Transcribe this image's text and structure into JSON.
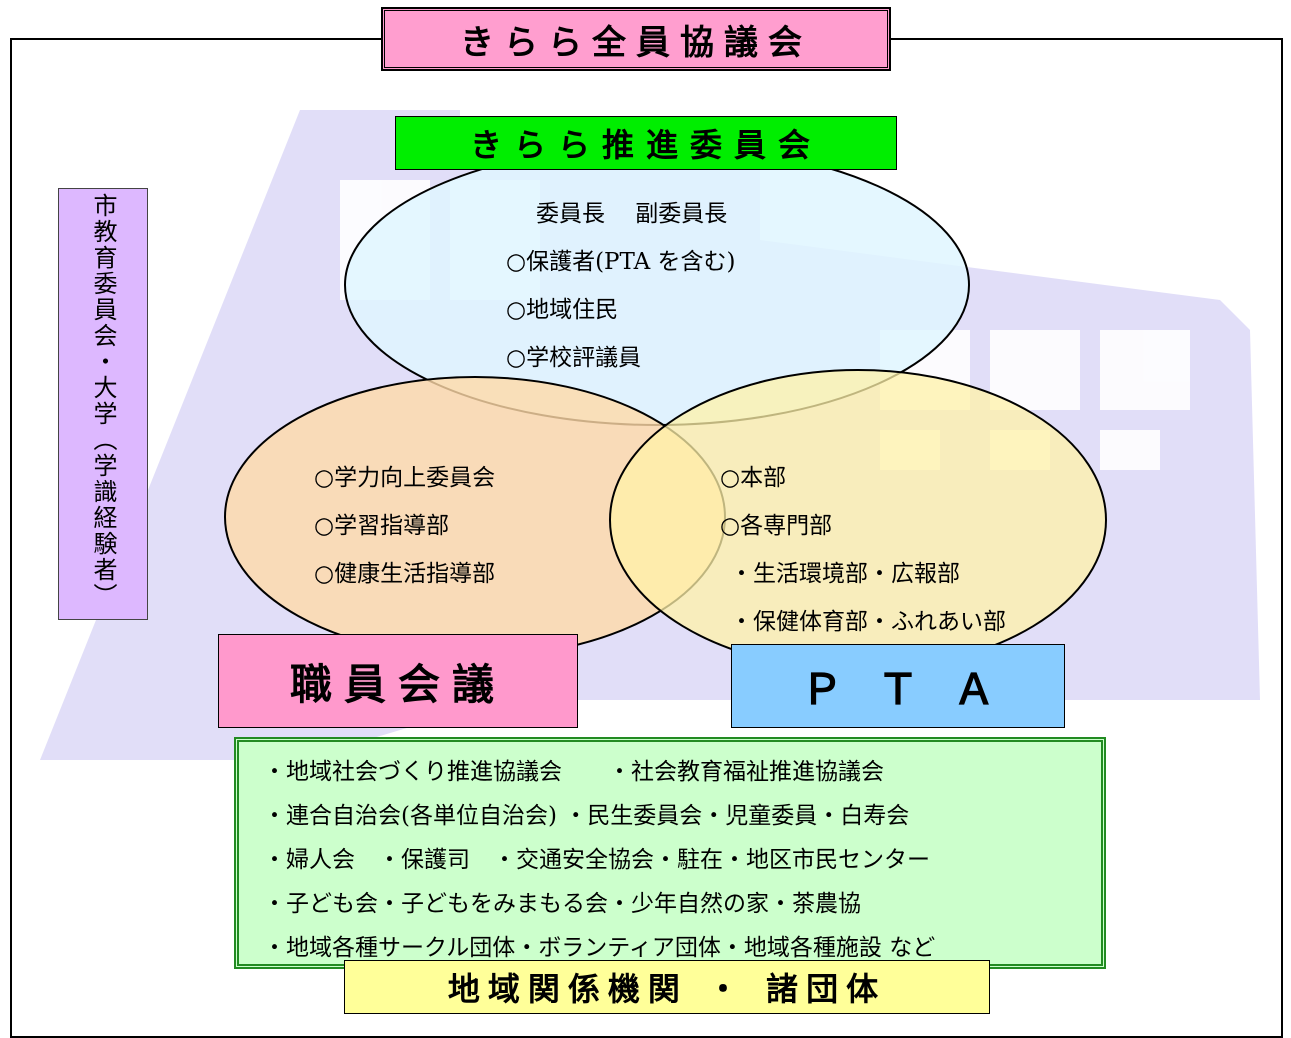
{
  "council_title": "きらら全員協議会",
  "committee": {
    "title": "きらら推進委員会",
    "lines": [
      "委員長　 副委員長",
      "○保護者(PTA を含む)",
      "○地域住民",
      "○学校評議員"
    ]
  },
  "staff": {
    "title": "職員会議",
    "lines": [
      "○学力向上委員会",
      "○学習指導部",
      "○健康生活指導部"
    ]
  },
  "pta": {
    "title": "ＰＴＡ",
    "lines": [
      "○本部",
      "○各専門部",
      "・生活環境部・広報部",
      "・保健体育部・ふれあい部"
    ]
  },
  "side_label": "市教育委員会・大学（学識経験者）",
  "community": {
    "title": "地域関係機関 ・ 諸団体",
    "lines": [
      "・地域社会づくり推進協議会　　・社会教育福祉推進協議会",
      "・連合自治会(各単位自治会) ・民生委員会・児童委員・白寿会",
      "・婦人会　・保護司　・交通安全協会・駐在・地区市民センター",
      "・子ども会・子どもをみまもる会・少年自然の家・茶農協",
      "・地域各種サークル団体・ボランティア団体・地域各種施設 など"
    ]
  },
  "colors": {
    "council_fill": "#ff9ecf",
    "committee_fill": "#00ee00",
    "committee_circle": "#dff6ff",
    "staff_circle": "#ffd9a8",
    "pta_circle": "#fff2a8",
    "staff_fill": "#ff99cc",
    "pta_fill": "#88ccff",
    "community_fill": "#ccffcc",
    "community_title_fill": "#ffff99",
    "side_fill": "#ddb8ff"
  }
}
